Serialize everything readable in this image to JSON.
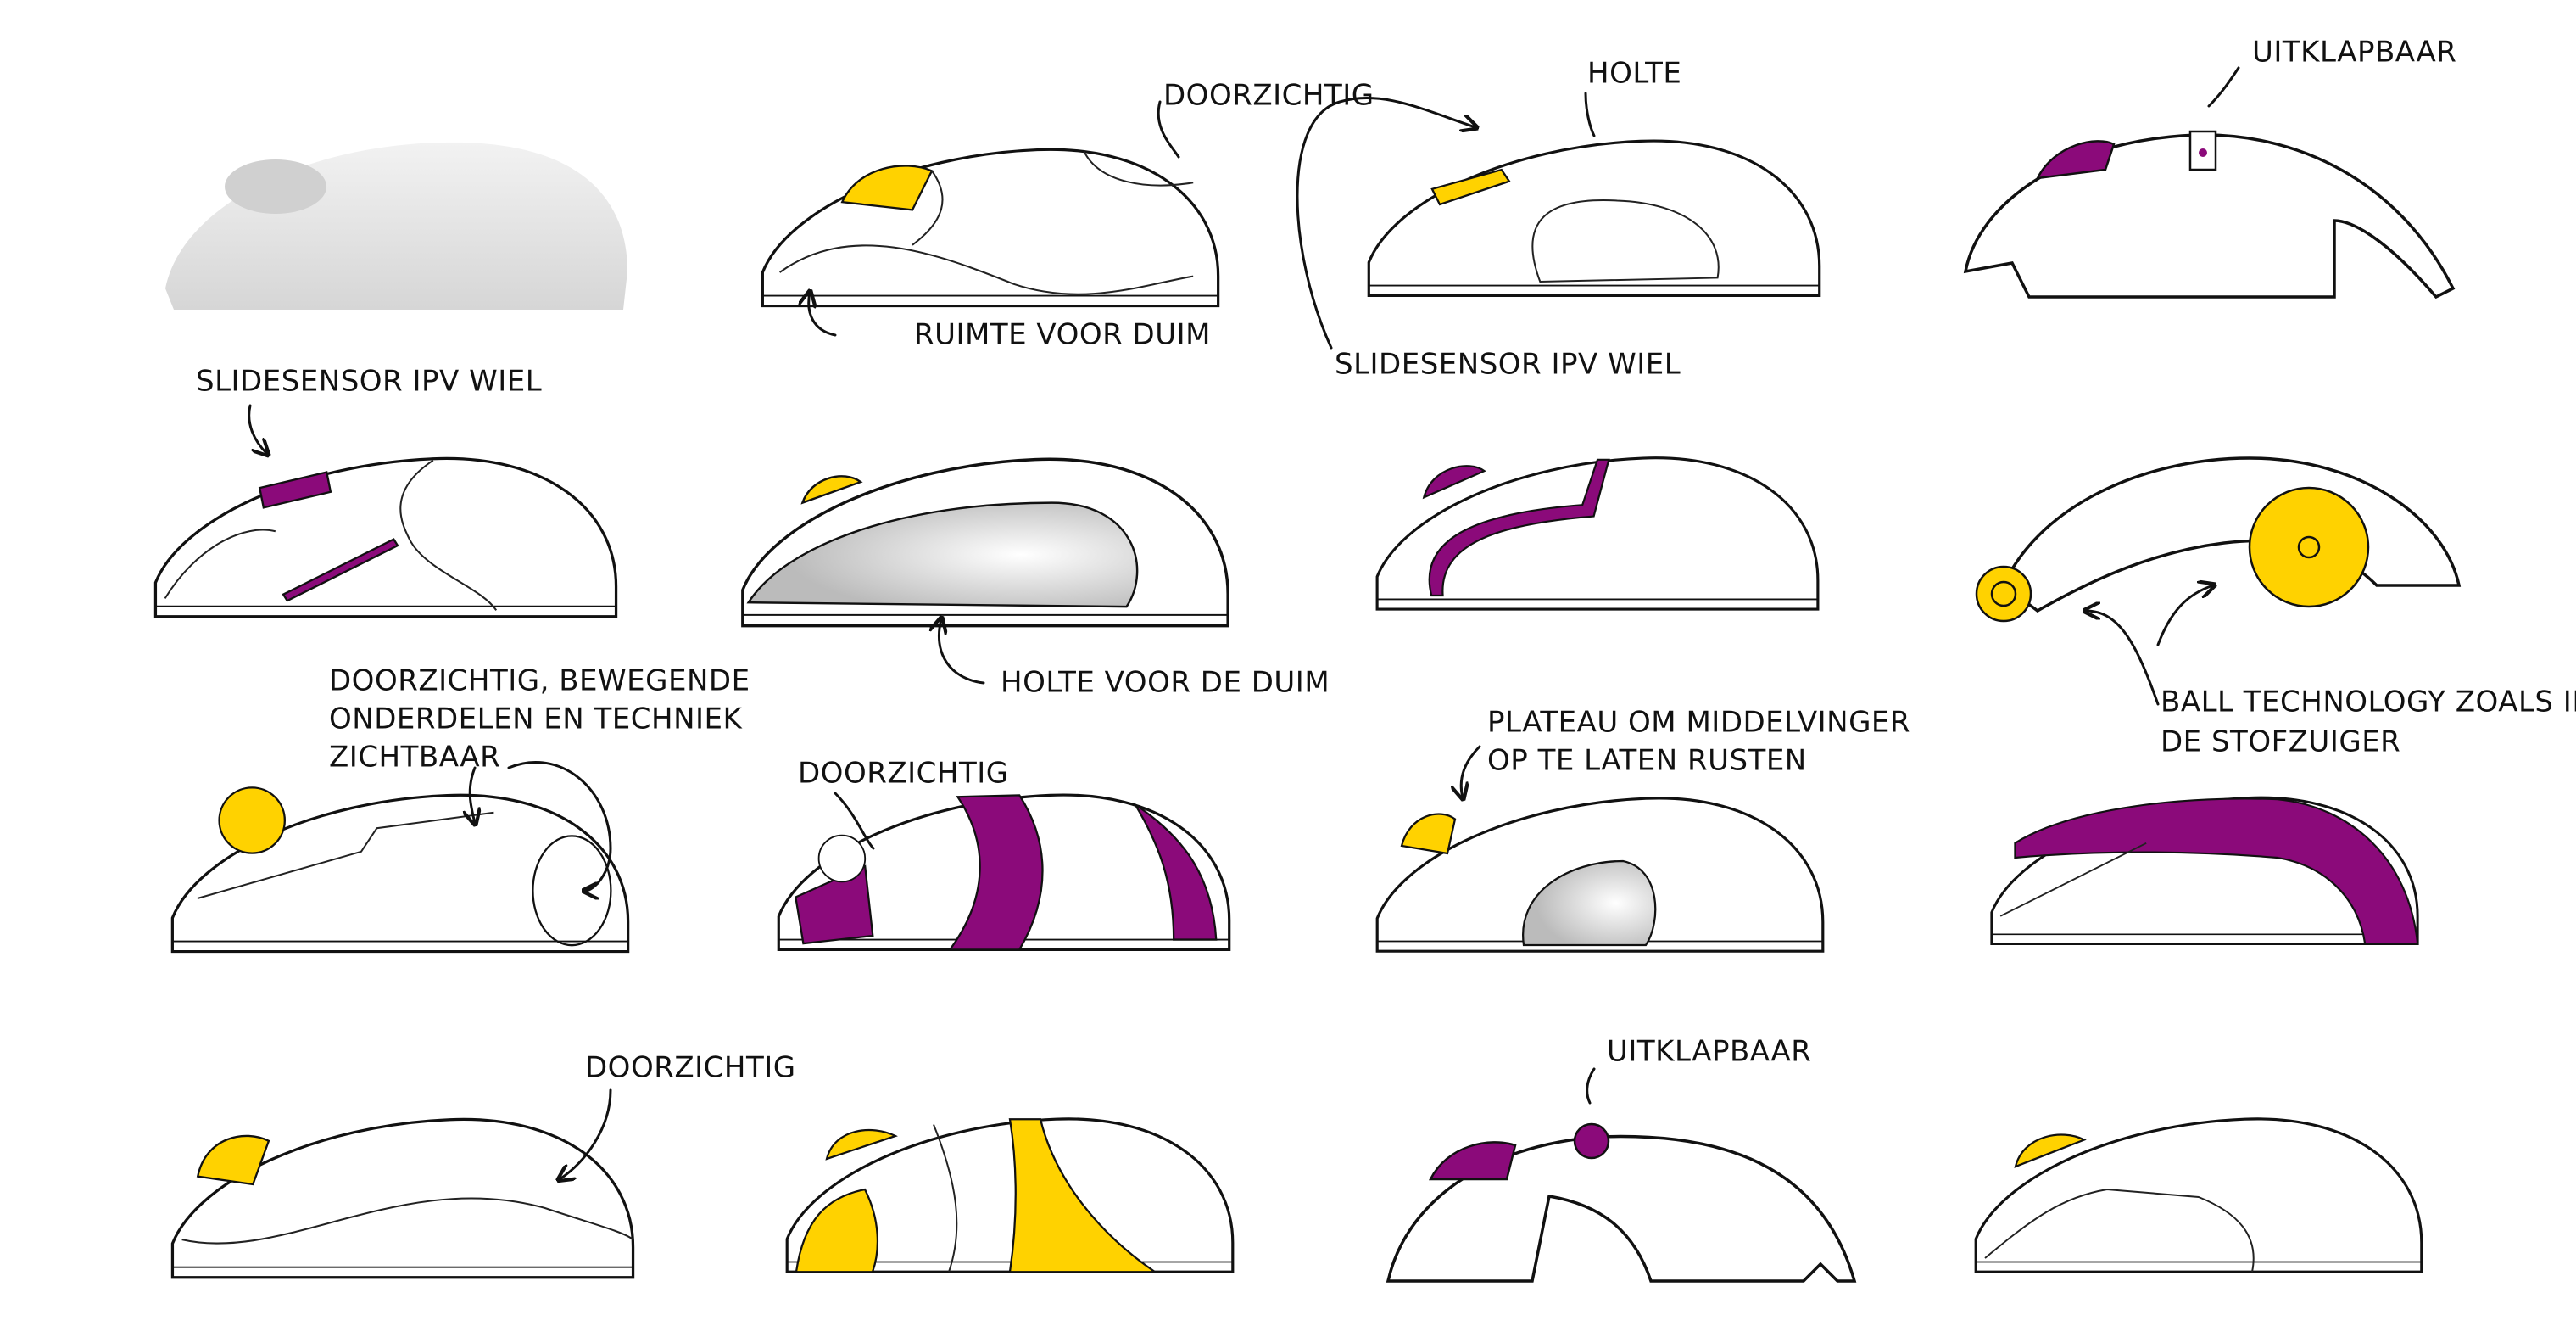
{
  "colors": {
    "accent_yellow": "#FFD200",
    "accent_purple": "#8B0A7A",
    "ink": "#111111"
  },
  "annotations": {
    "r1_doorzichtig": "DOORZICHTIG",
    "r1_holte": "HOLTE",
    "r1_uitklapbaar": "UITKLAPBAAR",
    "r1_ruimte_voor_duim": "RUIMTE VOOR DUIM",
    "r1_slidesensor": "SLIDESENSOR IPV WIEL",
    "r2_slidesensor": "SLIDESENSOR IPV WIEL",
    "r2_holte_voor_de_duim": "HOLTE VOOR DE DUIM",
    "r3_doorzichtig_bewegende": [
      "DOORZICHTIG, BEWEGENDE",
      "ONDERDELEN EN TECHNIEK",
      "ZICHTBAAR"
    ],
    "r3_doorzichtig": "DOORZICHTIG",
    "r3_plateau": [
      "PLATEAU OM MIDDELVINGER",
      "OP TE LATEN RUSTEN"
    ],
    "r3_ball_technology": [
      "BALL TECHNOLOGY ZOALS IN",
      "DE STOFZUIGER"
    ],
    "r4_doorzichtig": "DOORZICHTIG",
    "r4_uitklapbaar": "UITKLAPBAAR"
  }
}
